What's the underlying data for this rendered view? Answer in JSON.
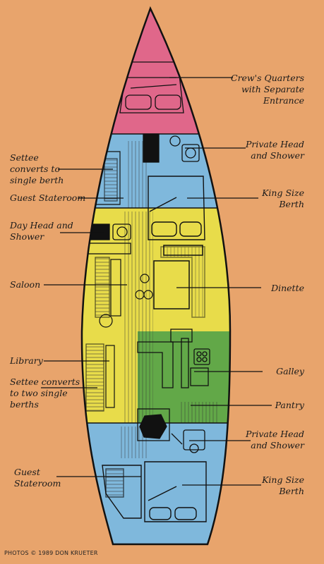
{
  "labels": {
    "crews_quarters": "Crew's Quarters\nwith Separate\nEntrance",
    "private_head_fwd": "Private Head\nand Shower",
    "settee_single": "Settee\nconverts to\nsingle berth",
    "guest_stateroom_fwd": "Guest Stateroom",
    "king_berth_fwd": "King Size\nBerth",
    "day_head": "Day Head and\nShower",
    "saloon": "Saloon",
    "dinette": "Dinette",
    "library": "Library",
    "galley": "Galley",
    "settee_two": "Settee converts\nto two single\nberths",
    "pantry": "Pantry",
    "private_head_aft": "Private Head\nand Shower",
    "guest_stateroom_aft": "Guest\nStateroom",
    "king_berth_aft": "King Size\nBerth"
  },
  "credit": "PHOTOS © 1989 DON KRUETER",
  "colors": {
    "background": "#e8a46c",
    "crew_zone": "#e0678a",
    "stateroom_zone": "#7fb8dc",
    "saloon_zone": "#e8dc4a",
    "galley_zone": "#62a848",
    "outline": "#111111"
  }
}
